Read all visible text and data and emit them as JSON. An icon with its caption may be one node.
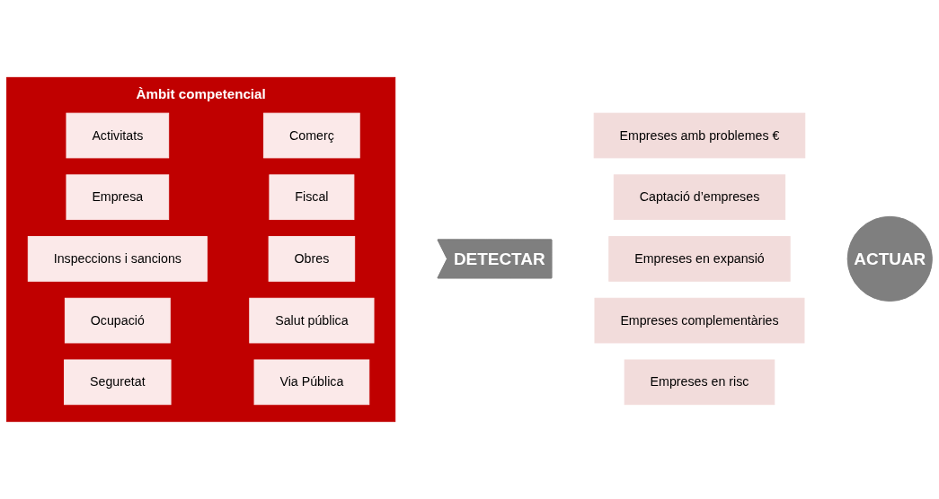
{
  "diagram": {
    "nodes": [
      {
        "text": [
          "Àmbit competencial"
        ]
      },
      {
        "text": [
          "Activitats"
        ],
        "in": 0
      },
      {
        "text": [
          "Comerç"
        ],
        "in": 0
      },
      {
        "text": [
          "Empresa"
        ],
        "in": 0
      },
      {
        "text": [
          "Fiscal"
        ],
        "in": 0
      },
      {
        "text": [
          "Inspeccions i sancions"
        ],
        "in": 0
      },
      {
        "text": [
          "Obres"
        ],
        "in": 0
      },
      {
        "text": [
          "Ocupació"
        ],
        "in": 0
      },
      {
        "text": [
          "Salut pública"
        ],
        "in": 0
      },
      {
        "text": [
          "Seguretat"
        ],
        "in": 0
      },
      {
        "text": [
          "Via Pública"
        ],
        "in": 0
      },
      {
        "text": [
          "DETECTAR"
        ]
      },
      {
        "text": [
          "Empreses amb problemes €"
        ]
      },
      {
        "text": [
          "Captació d’empreses"
        ]
      },
      {
        "text": [
          "Empreses en expansió"
        ]
      },
      {
        "text": [
          "Empreses complementàries"
        ]
      },
      {
        "text": [
          "Empreses en risc"
        ]
      },
      {
        "text": [
          "ACTUAR"
        ]
      }
    ]
  }
}
